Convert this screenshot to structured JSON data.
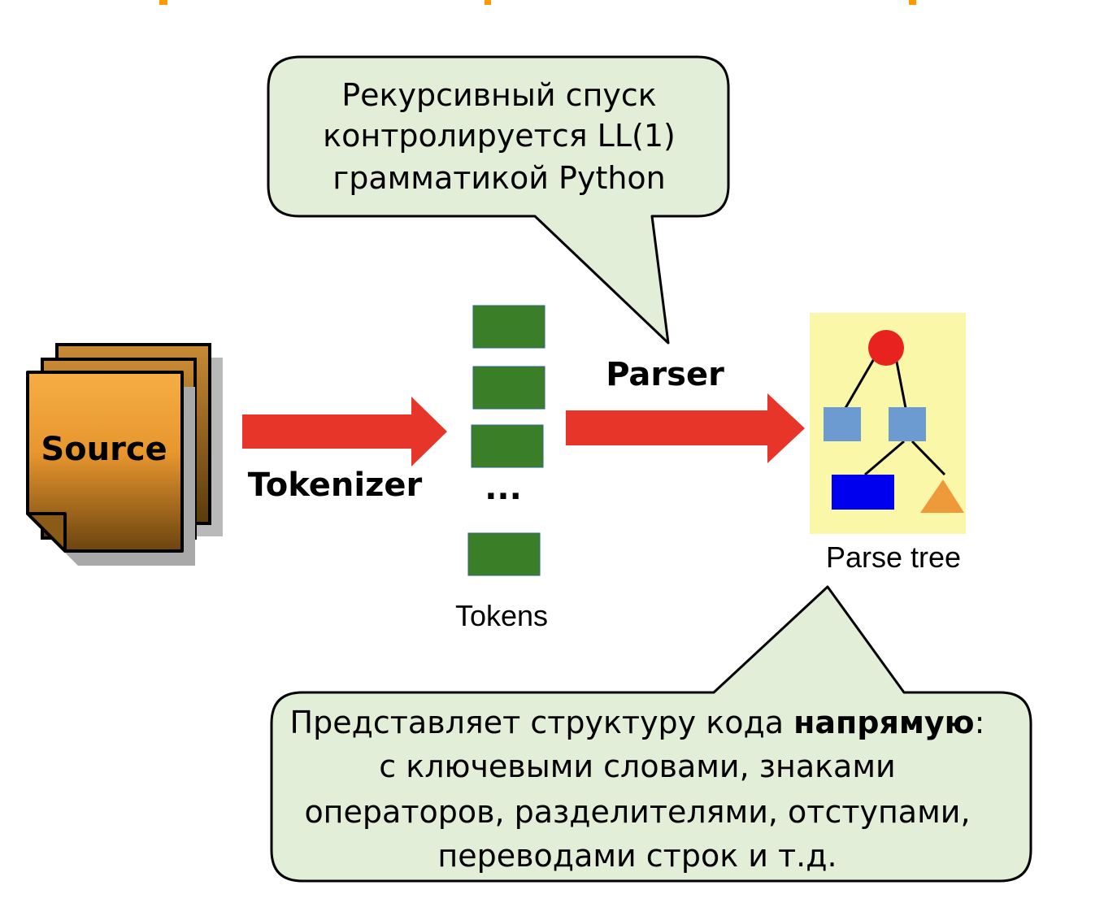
{
  "source": {
    "label": "Source"
  },
  "tokenizer": {
    "label": "Tokenizer"
  },
  "parser": {
    "label": "Parser"
  },
  "tokens": {
    "label": "Tokens",
    "ellipsis": "..."
  },
  "parse_tree": {
    "label": "Parse tree"
  },
  "callout_top": {
    "lines": [
      "Рекурсивный спуск",
      "контролируется LL(1)",
      "грамматикой Python"
    ]
  },
  "callout_bottom": {
    "line1_prefix": "Представляет структуру кода ",
    "line1_bold": "напрямую",
    "line1_suffix": ":",
    "lines": [
      "с ключевыми словами, знаками",
      "операторов, разделителями, отступами,",
      "переводами строк и т.д."
    ]
  },
  "colors": {
    "arrow": "#e8352a",
    "token": "#3a7f27",
    "callout_fill": "#e2eed8",
    "tree_bg": "#fbf7a8",
    "tree_root": "#e8221e",
    "tree_node": "#6b9bd0",
    "tree_leaf_rect": "#0000ee",
    "tree_leaf_triangle": "#ef9a3a",
    "doc_light": "#f4a63d",
    "doc_dark": "#6b4410",
    "top_accent": "#ff9900"
  }
}
